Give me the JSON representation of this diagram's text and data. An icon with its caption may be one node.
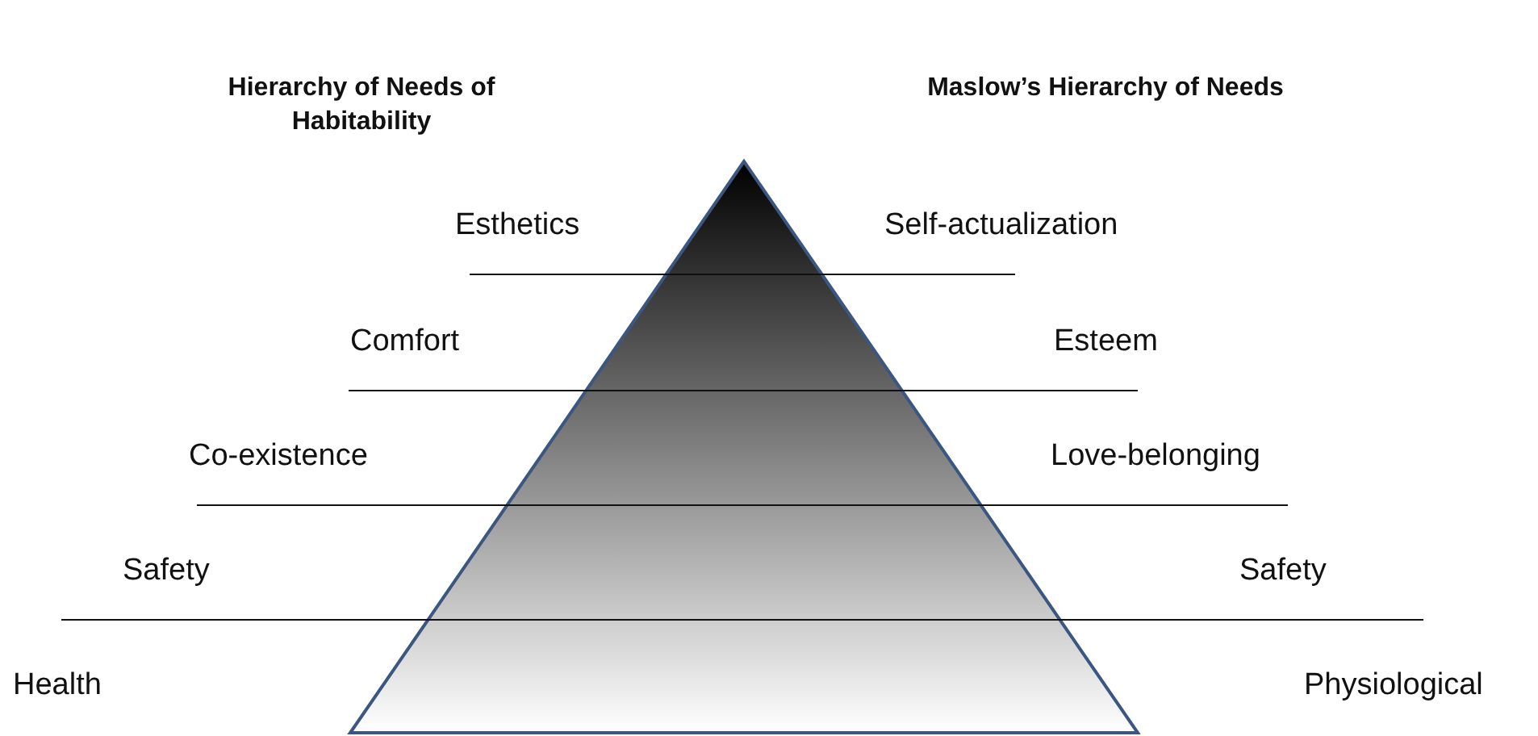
{
  "diagram": {
    "labels": [
      "Hierarchy of Needs of Habitability",
      "Maslow’s Hierarchy of Needs",
      "Esthetics",
      "Self-actualization",
      "Comfort",
      "Esteem",
      "Co-existence",
      "Love-belonging",
      "Safety",
      "Safety",
      "Health",
      "Physiological"
    ]
  }
}
